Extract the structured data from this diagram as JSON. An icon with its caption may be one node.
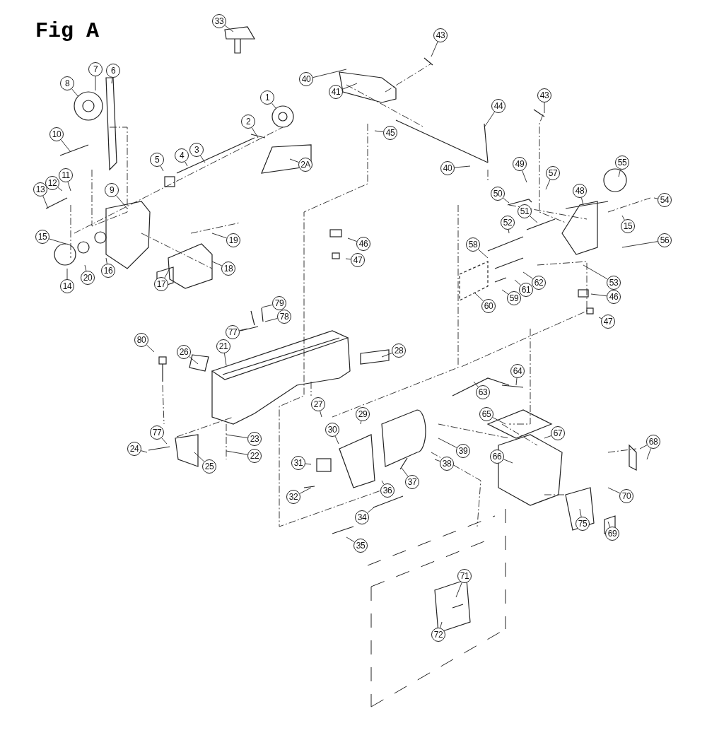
{
  "diagram": {
    "title": "Fig A",
    "nodes": [
      {
        "text": [
          "33"
        ]
      },
      {
        "text": [
          "43"
        ]
      },
      {
        "text": [
          "40"
        ]
      },
      {
        "text": [
          "41"
        ]
      },
      {
        "text": [
          "1"
        ]
      },
      {
        "text": [
          "7"
        ]
      },
      {
        "text": [
          "6"
        ]
      },
      {
        "text": [
          "8"
        ]
      },
      {
        "text": [
          "2"
        ]
      },
      {
        "text": [
          "44"
        ]
      },
      {
        "text": [
          "43"
        ]
      },
      {
        "text": [
          "10"
        ]
      },
      {
        "text": [
          "4"
        ]
      },
      {
        "text": [
          "3"
        ]
      },
      {
        "text": [
          "45"
        ]
      },
      {
        "text": [
          "5"
        ]
      },
      {
        "text": [
          "2A"
        ]
      },
      {
        "text": [
          "40"
        ]
      },
      {
        "text": [
          "49"
        ]
      },
      {
        "text": [
          "55"
        ]
      },
      {
        "text": [
          "57"
        ]
      },
      {
        "text": [
          "54"
        ]
      },
      {
        "text": [
          "11"
        ]
      },
      {
        "text": [
          "12"
        ]
      },
      {
        "text": [
          "13"
        ]
      },
      {
        "text": [
          "50"
        ]
      },
      {
        "text": [
          "48"
        ]
      },
      {
        "text": [
          "9"
        ]
      },
      {
        "text": [
          "15"
        ]
      },
      {
        "text": [
          "51"
        ]
      },
      {
        "text": [
          "19"
        ]
      },
      {
        "text": [
          "46"
        ]
      },
      {
        "text": [
          "52"
        ]
      },
      {
        "text": [
          "15"
        ]
      },
      {
        "text": [
          "56"
        ]
      },
      {
        "text": [
          "58"
        ]
      },
      {
        "text": [
          "47"
        ]
      },
      {
        "text": [
          "18"
        ]
      },
      {
        "text": [
          "14"
        ]
      },
      {
        "text": [
          "20"
        ]
      },
      {
        "text": [
          "16"
        ]
      },
      {
        "text": [
          "62"
        ]
      },
      {
        "text": [
          "61"
        ]
      },
      {
        "text": [
          "53"
        ]
      },
      {
        "text": [
          "17"
        ]
      },
      {
        "text": [
          "46"
        ]
      },
      {
        "text": [
          "59"
        ]
      },
      {
        "text": [
          "60"
        ]
      },
      {
        "text": [
          "47"
        ]
      },
      {
        "text": [
          "79"
        ]
      },
      {
        "text": [
          "78"
        ]
      },
      {
        "text": [
          "77"
        ]
      },
      {
        "text": [
          "80"
        ]
      },
      {
        "text": [
          "21"
        ]
      },
      {
        "text": [
          "26"
        ]
      },
      {
        "text": [
          "28"
        ]
      },
      {
        "text": [
          "64"
        ]
      },
      {
        "text": [
          "63"
        ]
      },
      {
        "text": [
          "27"
        ]
      },
      {
        "text": [
          "29"
        ]
      },
      {
        "text": [
          "30"
        ]
      },
      {
        "text": [
          "65"
        ]
      },
      {
        "text": [
          "67"
        ]
      },
      {
        "text": [
          "77"
        ]
      },
      {
        "text": [
          "24"
        ]
      },
      {
        "text": [
          "23"
        ]
      },
      {
        "text": [
          "22"
        ]
      },
      {
        "text": [
          "68"
        ]
      },
      {
        "text": [
          "39"
        ]
      },
      {
        "text": [
          "66"
        ]
      },
      {
        "text": [
          "38"
        ]
      },
      {
        "text": [
          "31"
        ]
      },
      {
        "text": [
          "25"
        ]
      },
      {
        "text": [
          "37"
        ]
      },
      {
        "text": [
          "36"
        ]
      },
      {
        "text": [
          "32"
        ]
      },
      {
        "text": [
          "34"
        ]
      },
      {
        "text": [
          "70"
        ]
      },
      {
        "text": [
          "75"
        ]
      },
      {
        "text": [
          "69"
        ]
      },
      {
        "text": [
          "35"
        ]
      },
      {
        "text": [
          "71"
        ]
      },
      {
        "text": [
          "72"
        ]
      }
    ],
    "edges": [
      {
        "from": 0,
        "to": null,
        "arrow": "none"
      },
      {
        "from": 1,
        "to": null,
        "arrow": "none"
      },
      {
        "from": 2,
        "to": null,
        "arrow": "none"
      },
      {
        "from": 3,
        "to": null,
        "arrow": "none"
      },
      {
        "from": 4,
        "to": null,
        "arrow": "none"
      },
      {
        "from": 5,
        "to": null,
        "arrow": "none"
      },
      {
        "from": 6,
        "to": null,
        "arrow": "none"
      },
      {
        "from": 7,
        "to": null,
        "arrow": "none"
      },
      {
        "from": 8,
        "to": null,
        "arrow": "none"
      },
      {
        "from": 9,
        "to": null,
        "arrow": "none"
      },
      {
        "from": 10,
        "to": null,
        "arrow": "none"
      },
      {
        "from": 11,
        "to": null,
        "arrow": "none"
      },
      {
        "from": 12,
        "to": null,
        "arrow": "none"
      },
      {
        "from": 13,
        "to": null,
        "arrow": "none"
      },
      {
        "from": 14,
        "to": null,
        "arrow": "none"
      },
      {
        "from": 15,
        "to": null,
        "arrow": "none"
      },
      {
        "from": 16,
        "to": null,
        "arrow": "none"
      },
      {
        "from": 17,
        "to": null,
        "arrow": "none"
      },
      {
        "from": 18,
        "to": null,
        "arrow": "none"
      },
      {
        "from": 19,
        "to": null,
        "arrow": "none"
      },
      {
        "from": 20,
        "to": null,
        "arrow": "none"
      },
      {
        "from": 21,
        "to": null,
        "arrow": "none"
      },
      {
        "from": 22,
        "to": null,
        "arrow": "none"
      },
      {
        "from": 23,
        "to": null,
        "arrow": "none"
      },
      {
        "from": 24,
        "to": null,
        "arrow": "none"
      },
      {
        "from": 25,
        "to": null,
        "arrow": "none"
      },
      {
        "from": 26,
        "to": null,
        "arrow": "none"
      },
      {
        "from": 27,
        "to": null,
        "arrow": "none"
      },
      {
        "from": 28,
        "to": null,
        "arrow": "none"
      },
      {
        "from": 29,
        "to": null,
        "arrow": "none"
      },
      {
        "from": 30,
        "to": null,
        "arrow": "none"
      },
      {
        "from": 31,
        "to": null,
        "arrow": "none"
      },
      {
        "from": 32,
        "to": null,
        "arrow": "none"
      },
      {
        "from": 33,
        "to": null,
        "arrow": "none"
      },
      {
        "from": 34,
        "to": null,
        "arrow": "none"
      },
      {
        "from": 35,
        "to": null,
        "arrow": "none"
      },
      {
        "from": 36,
        "to": null,
        "arrow": "none"
      },
      {
        "from": 37,
        "to": null,
        "arrow": "none"
      },
      {
        "from": 38,
        "to": null,
        "arrow": "none"
      },
      {
        "from": 39,
        "to": null,
        "arrow": "none"
      },
      {
        "from": 40,
        "to": null,
        "arrow": "none"
      },
      {
        "from": 41,
        "to": null,
        "arrow": "none"
      },
      {
        "from": 42,
        "to": null,
        "arrow": "none"
      },
      {
        "from": 43,
        "to": null,
        "arrow": "none"
      },
      {
        "from": 44,
        "to": null,
        "arrow": "none"
      },
      {
        "from": 45,
        "to": null,
        "arrow": "none"
      },
      {
        "from": 46,
        "to": null,
        "arrow": "none"
      },
      {
        "from": 47,
        "to": null,
        "arrow": "none"
      },
      {
        "from": 48,
        "to": null,
        "arrow": "none"
      },
      {
        "from": 49,
        "to": null,
        "arrow": "none"
      },
      {
        "from": 50,
        "to": null,
        "arrow": "none"
      },
      {
        "from": 51,
        "to": null,
        "arrow": "none"
      },
      {
        "from": 52,
        "to": null,
        "arrow": "none"
      },
      {
        "from": 53,
        "to": null,
        "arrow": "none"
      },
      {
        "from": 54,
        "to": null,
        "arrow": "none"
      },
      {
        "from": 55,
        "to": null,
        "arrow": "none"
      },
      {
        "from": 56,
        "to": null,
        "arrow": "none"
      },
      {
        "from": 57,
        "to": null,
        "arrow": "none"
      },
      {
        "from": 58,
        "to": null,
        "arrow": "none"
      },
      {
        "from": 59,
        "to": null,
        "arrow": "none"
      },
      {
        "from": 60,
        "to": null,
        "arrow": "none"
      },
      {
        "from": 61,
        "to": null,
        "arrow": "none"
      },
      {
        "from": 62,
        "to": null,
        "arrow": "none"
      },
      {
        "from": 63,
        "to": null,
        "arrow": "none"
      },
      {
        "from": 64,
        "to": null,
        "arrow": "none"
      },
      {
        "from": 65,
        "to": null,
        "arrow": "none"
      },
      {
        "from": 66,
        "to": null,
        "arrow": "none"
      },
      {
        "from": 67,
        "to": null,
        "arrow": "none"
      },
      {
        "from": 67,
        "to": null,
        "arrow": "none"
      },
      {
        "from": 68,
        "to": null,
        "arrow": "none"
      },
      {
        "from": 69,
        "to": null,
        "arrow": "none"
      },
      {
        "from": 70,
        "to": null,
        "arrow": "none"
      },
      {
        "from": 71,
        "to": null,
        "arrow": "none"
      },
      {
        "from": 72,
        "to": null,
        "arrow": "none"
      },
      {
        "from": 73,
        "to": null,
        "arrow": "none"
      },
      {
        "from": 74,
        "to": null,
        "arrow": "none"
      },
      {
        "from": 75,
        "to": null,
        "arrow": "none"
      },
      {
        "from": 76,
        "to": null,
        "arrow": "none"
      },
      {
        "from": 77,
        "to": null,
        "arrow": "none"
      },
      {
        "from": 78,
        "to": null,
        "arrow": "none"
      },
      {
        "from": 79,
        "to": null,
        "arrow": "none"
      },
      {
        "from": 80,
        "to": null,
        "arrow": "none"
      },
      {
        "from": 81,
        "to": null,
        "arrow": "none"
      },
      {
        "from": 82,
        "to": null,
        "arrow": "none"
      }
    ]
  }
}
